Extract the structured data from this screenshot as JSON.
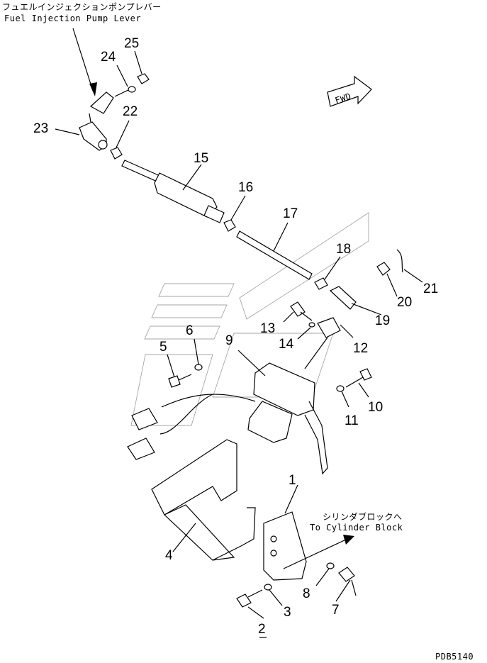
{
  "labels": {
    "fuel_pump_jp": "フュエルインジェクションポンプレバー",
    "fuel_pump_en": "Fuel Injection Pump Lever",
    "cylinder_jp": "シリンダブロックへ",
    "cylinder_en": "To Cylinder Block",
    "fwd": "FWD",
    "code": "PDB5140"
  },
  "parts": [
    {
      "id": "p1",
      "text": "1"
    },
    {
      "id": "p2",
      "text": "2"
    },
    {
      "id": "p3",
      "text": "3"
    },
    {
      "id": "p4",
      "text": "4"
    },
    {
      "id": "p5",
      "text": "5"
    },
    {
      "id": "p6",
      "text": "6"
    },
    {
      "id": "p7",
      "text": "7"
    },
    {
      "id": "p8",
      "text": "8"
    },
    {
      "id": "p9",
      "text": "9"
    },
    {
      "id": "p10",
      "text": "10"
    },
    {
      "id": "p11",
      "text": "11"
    },
    {
      "id": "p12",
      "text": "12"
    },
    {
      "id": "p13",
      "text": "13"
    },
    {
      "id": "p14",
      "text": "14"
    },
    {
      "id": "p15",
      "text": "15"
    },
    {
      "id": "p16",
      "text": "16"
    },
    {
      "id": "p17",
      "text": "17"
    },
    {
      "id": "p18",
      "text": "18"
    },
    {
      "id": "p19",
      "text": "19"
    },
    {
      "id": "p20",
      "text": "20"
    },
    {
      "id": "p21",
      "text": "21"
    },
    {
      "id": "p22",
      "text": "22"
    },
    {
      "id": "p23",
      "text": "23"
    },
    {
      "id": "p24",
      "text": "24"
    },
    {
      "id": "p25",
      "text": "25"
    }
  ]
}
